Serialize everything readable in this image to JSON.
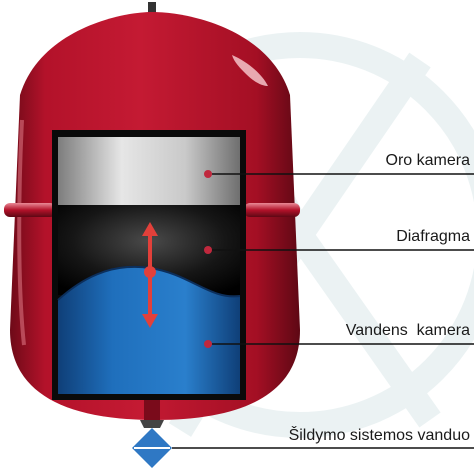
{
  "labels": {
    "air_chamber": "Oro kamera",
    "diaphragm": "Diafragma",
    "water_chamber": "Vandens  kamera",
    "heating_water": "Šildymo sistemos vanduo"
  },
  "colors": {
    "tank_red": "#b3122a",
    "tank_dark_red": "#6e0a18",
    "water_blue": "#1e6bb8",
    "arrow_red": "#e2403a",
    "leader_line": "#111111",
    "watermark": "#dbe9ea"
  }
}
